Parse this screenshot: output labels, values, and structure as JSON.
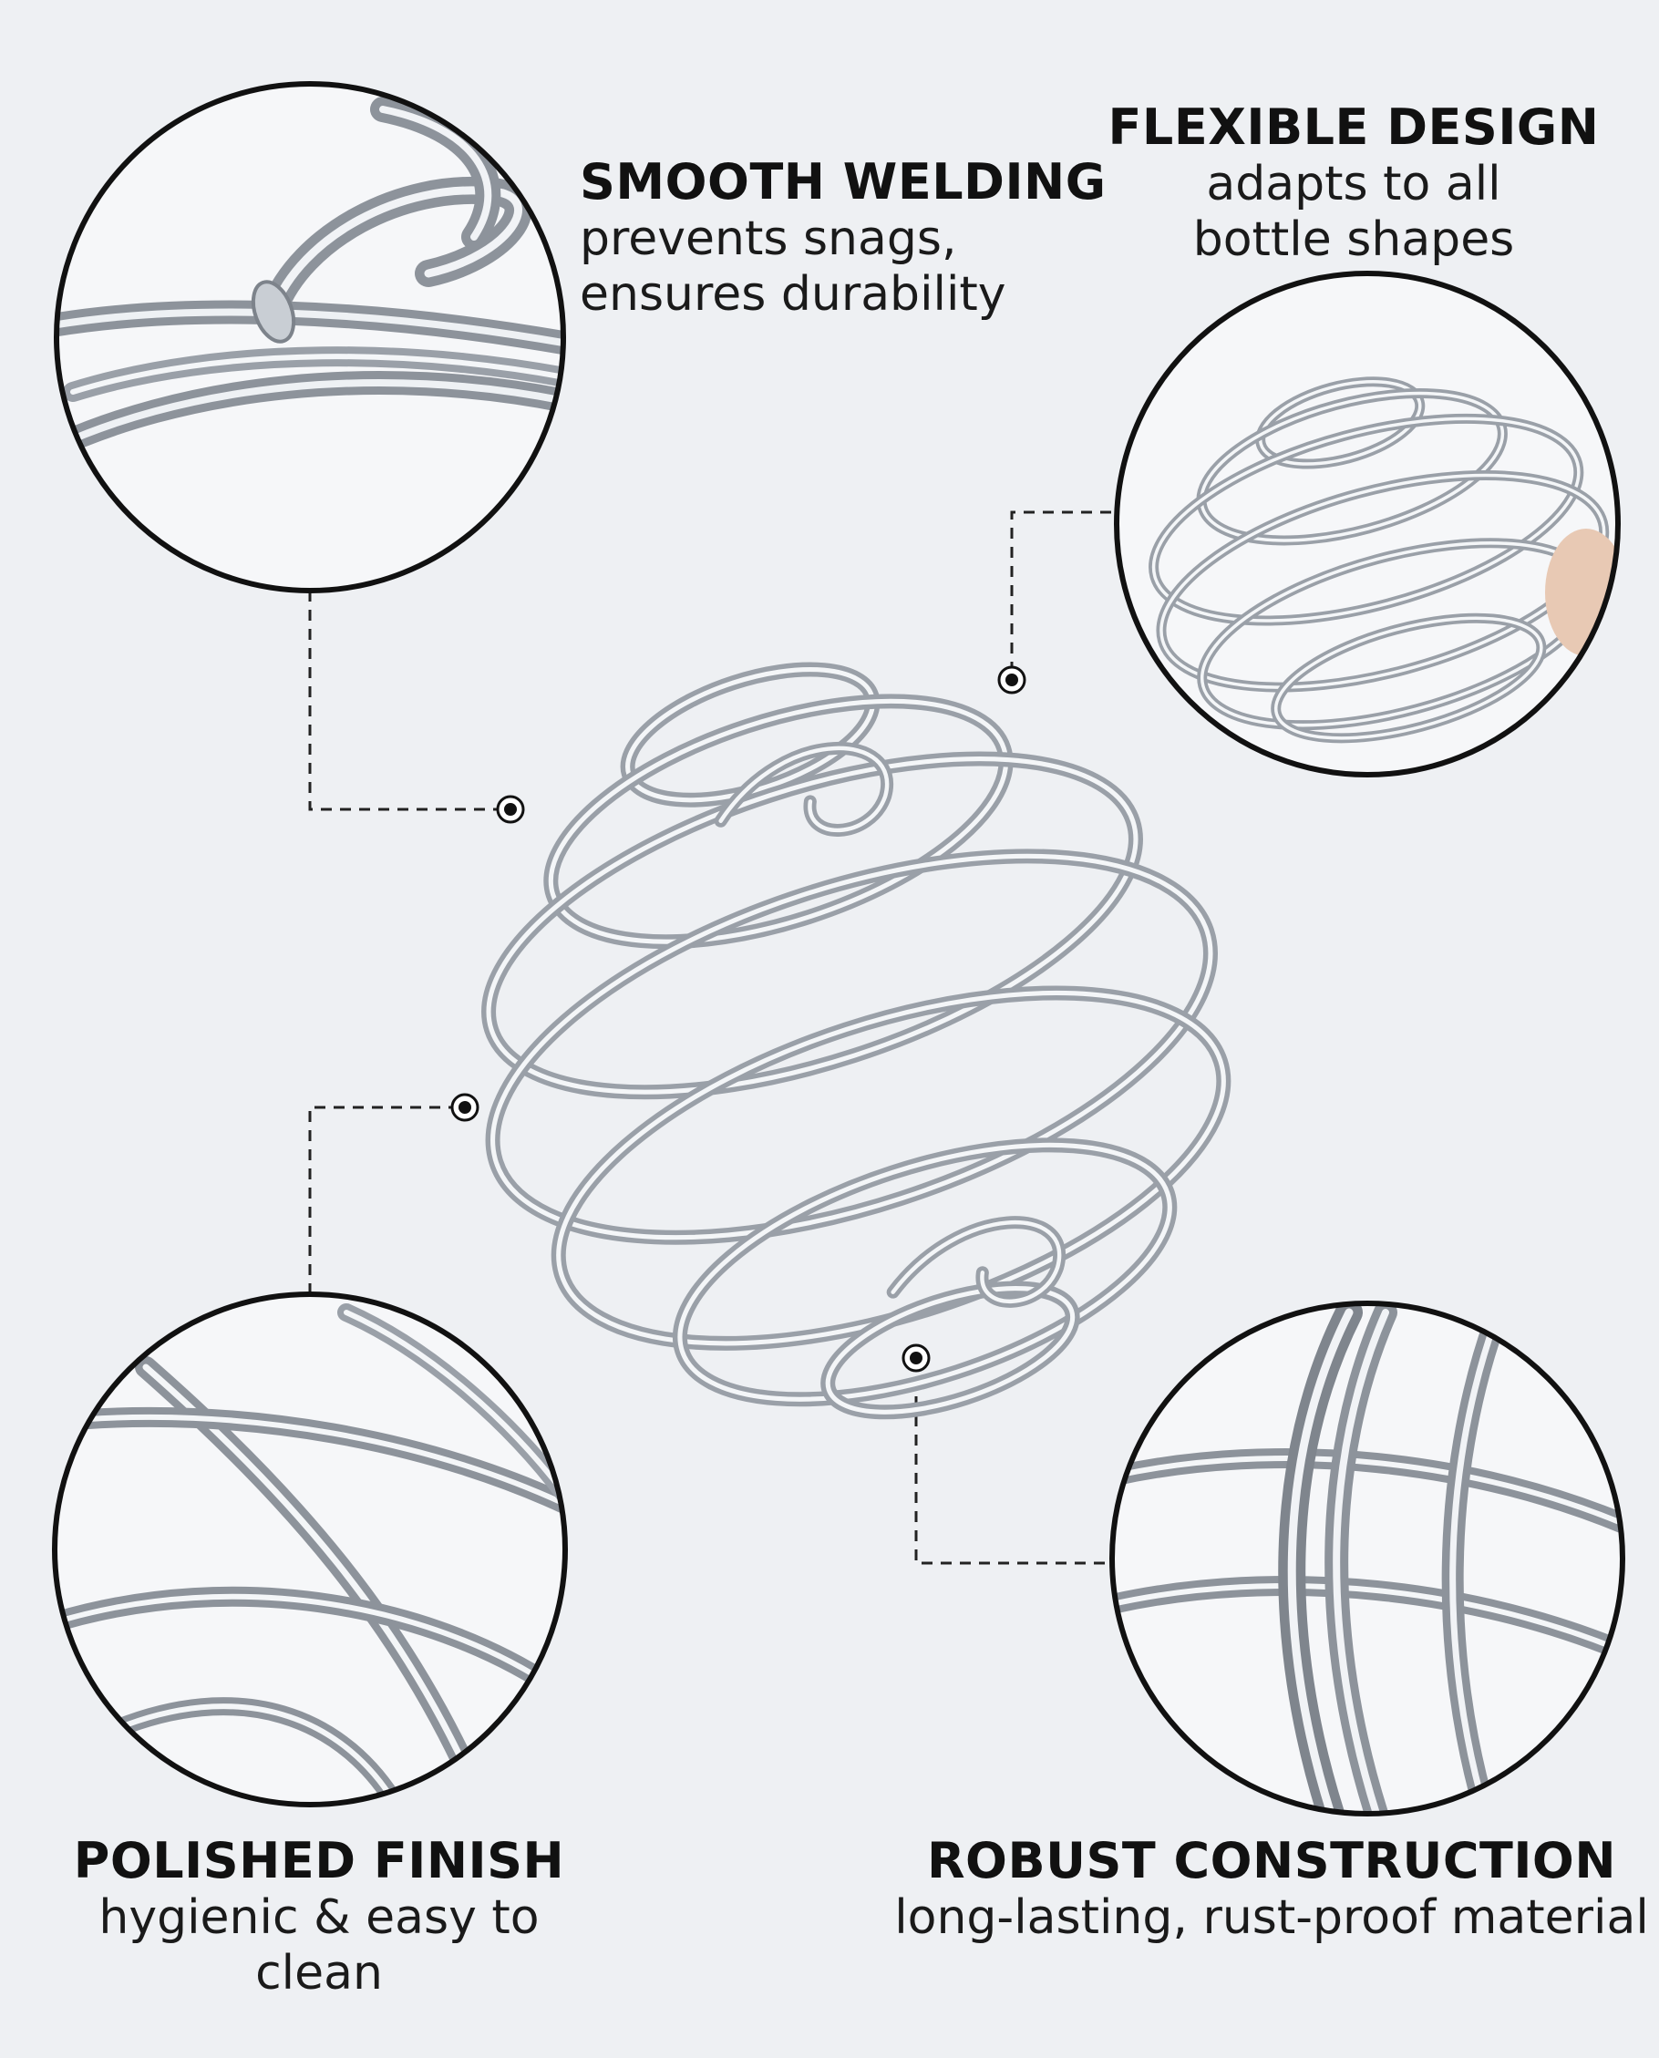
{
  "features": {
    "smooth_welding": {
      "title": "SMOOTH WELDING",
      "line1": "prevents snags,",
      "line2": "ensures durability"
    },
    "flexible_design": {
      "title": "FLEXIBLE DESIGN",
      "line1": "adapts to all",
      "line2": "bottle shapes"
    },
    "polished_finish": {
      "title": "POLISHED FINISH",
      "line1": "hygienic & easy to clean"
    },
    "robust_construction": {
      "title": "ROBUST CONSTRUCTION",
      "line1": "long-lasting, rust-proof material"
    }
  },
  "colors": {
    "background": "#eef0f3",
    "wire": "#9aa0a8",
    "wire_highlight": "#f4f6f8",
    "ring": "#111111",
    "text": "#111111"
  },
  "icons": [
    "wire-whisk-ball-image",
    "weld-closeup-image",
    "flex-closeup-image",
    "polish-closeup-image",
    "construction-closeup-image",
    "callout-dot-icon"
  ]
}
